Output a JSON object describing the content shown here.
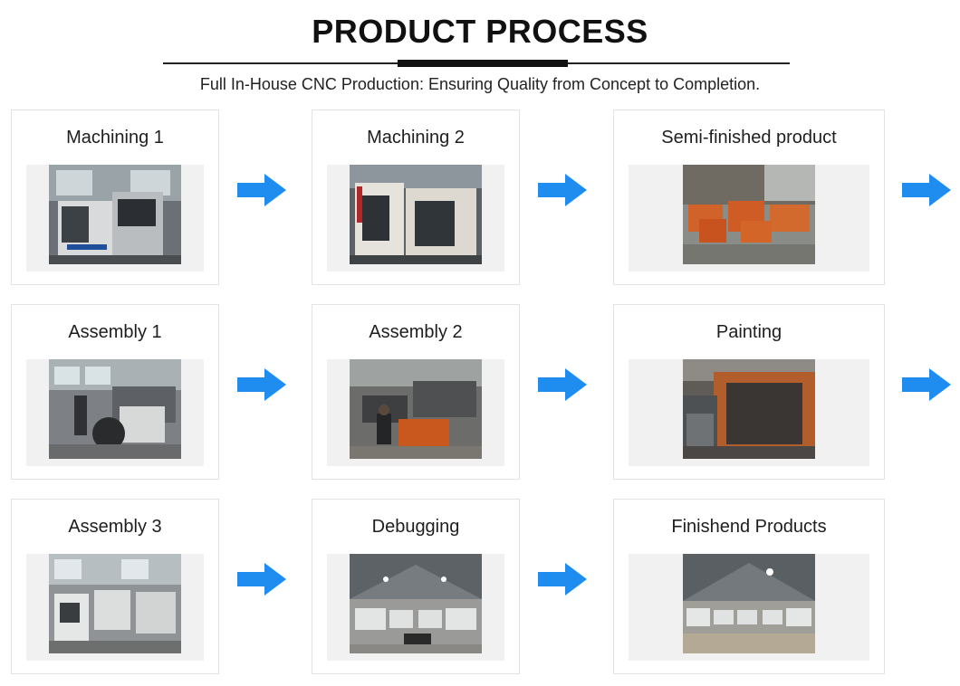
{
  "header": {
    "title": "PRODUCT PROCESS",
    "subtitle": "Full In-House CNC Production: Ensuring Quality from Concept to Completion."
  },
  "colors": {
    "arrow": "#1f8cf0",
    "card_border": "#e3e3e3",
    "photo_bg": "#f1f1f1"
  },
  "steps": [
    {
      "label": "Machining 1"
    },
    {
      "label": "Machining 2"
    },
    {
      "label": "Semi-finished product"
    },
    {
      "label": "Assembly 1"
    },
    {
      "label": "Assembly 2"
    },
    {
      "label": "Painting"
    },
    {
      "label": "Assembly 3"
    },
    {
      "label": "Debugging"
    },
    {
      "label": "Finishend Products"
    }
  ],
  "arrow_icon": "arrow-right-icon"
}
